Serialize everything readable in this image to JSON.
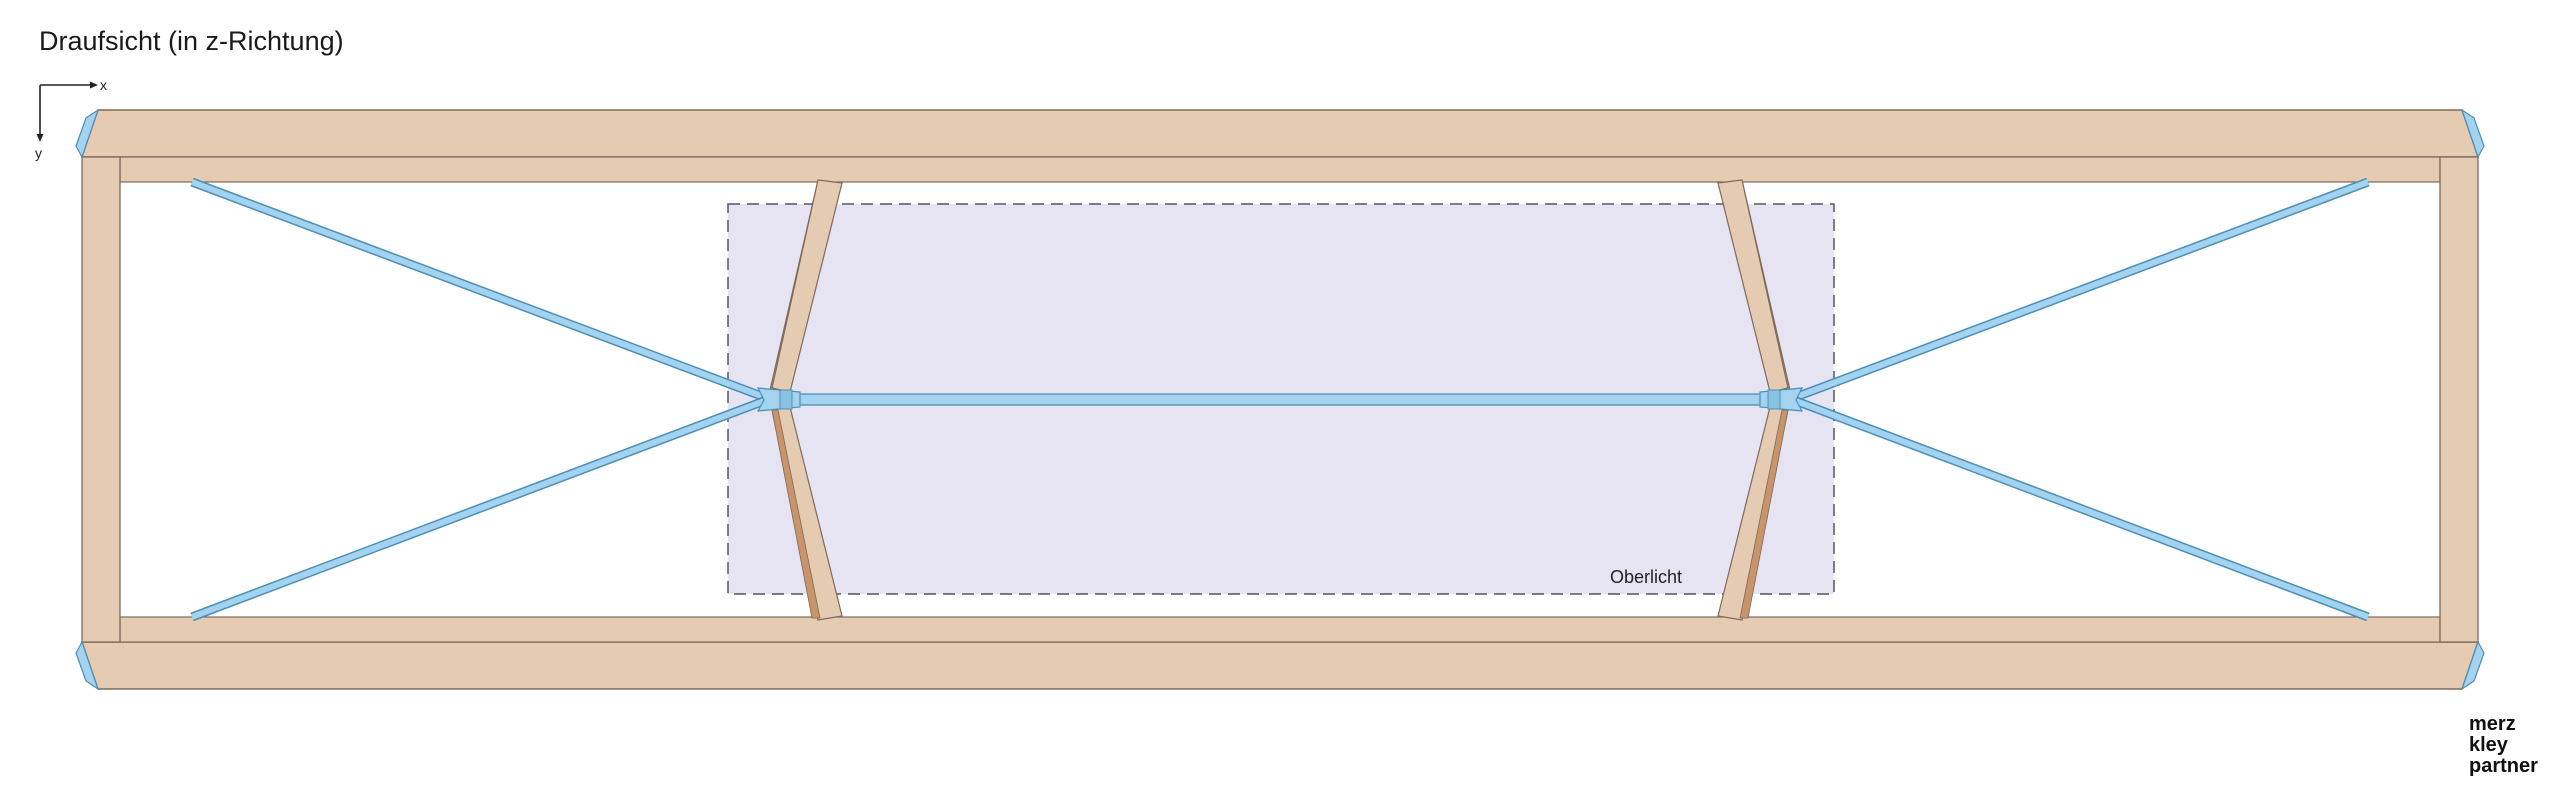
{
  "title": "Draufsicht (in z-Richtung)",
  "axes": {
    "x_label": "x",
    "y_label": "y"
  },
  "annotation": {
    "skylight_label": "Oberlicht"
  },
  "logo": {
    "line1": "merz",
    "line2": "kley",
    "line3": "partner"
  },
  "colors": {
    "timber": "#e6cbb3",
    "timber_edge": "#7d6a5a",
    "timber_dark": "#c9946a",
    "steel_rod": "#a3d3ee",
    "steel_edge": "#4c8fb8",
    "skylight": "#e6e4f2",
    "skylight_border": "#555566"
  }
}
